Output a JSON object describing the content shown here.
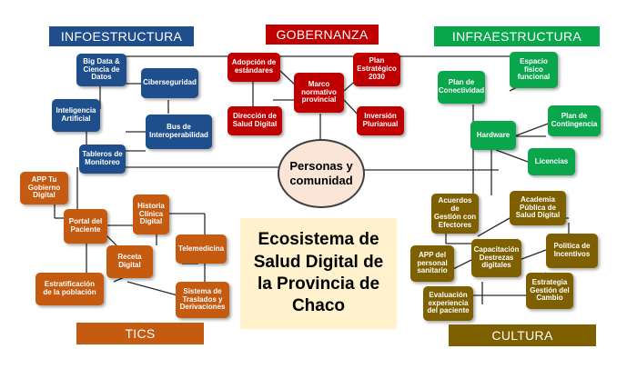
{
  "title": "Ecosistema de\nSalud Digital de\nla Provincia de\nChaco",
  "center": "Personas y\ncomunidad",
  "colors": {
    "infoestructura": "#1f4e8c",
    "gobernanza": "#c00000",
    "infraestructura": "#0aa64c",
    "tics": "#c55a11",
    "cultura": "#7f6000",
    "center_fill": "#fbe5d6",
    "title_fill": "#fff2cc"
  },
  "headers": {
    "infoestructura": "INFOESTRUCTURA",
    "gobernanza": "GOBERNANZA",
    "infraestructura": "INFRAESTRUCTURA",
    "tics": "TICS",
    "cultura": "CULTURA"
  },
  "infoestructura": {
    "big_data": "Big Data &\nCiencia de\nDatos",
    "ciberseguridad": "Ciberseguridad",
    "inteligencia_artificial": "Inteligencia\nArtificial",
    "bus_interoperabilidad": "Bus de\nInteroperabilidad",
    "tableros_monitoreo": "Tableros de\nMonitoreo"
  },
  "gobernanza": {
    "adopcion_estandares": "Adopción de\nestándares",
    "marco_normativo": "Marco\nnormativo\nprovincial",
    "plan_estrategico": "Plan\nEstratégico\n2030",
    "direccion_salud_digital": "Dirección de\nSalud Digital",
    "inversion_plurianual": "Inversión\nPlurianual"
  },
  "infraestructura": {
    "espacio_fisico": "Espacio\nfísico\nfuncional",
    "plan_conectividad": "Plan de\nConectividad",
    "plan_contingencia": "Plan de\nContingencia",
    "hardware": "Hardware",
    "licencias": "Licencias"
  },
  "tics": {
    "app_tu_gobierno": "APP Tu\nGobierno\nDigital",
    "historia_clinica": "Historia\nClínica\nDigital",
    "portal_paciente": "Portal del\nPaciente",
    "telemedicina": "Telemedicina",
    "receta_digital": "Receta\nDigital",
    "estratificacion": "Estratificación\nde la población",
    "sistema_traslados": "Sistema de\nTraslados y\nDerivaciones"
  },
  "cultura": {
    "acuerdos_gestion": "Acuerdos de\nGestión con\nEfectores",
    "academia_publica": "Academia\nPública de\nSalud Digital",
    "app_personal": "APP del\npersonal\nsanitario",
    "capacitacion": "Capacitación\nDestrezas\ndigitales",
    "politica_incentivos": "Política de\nIncentivos",
    "estrategia_cambio": "Estrategia\nGestión del\nCambio",
    "evaluacion_experiencia": "Evaluación\nexperiencia\ndel paciente"
  }
}
